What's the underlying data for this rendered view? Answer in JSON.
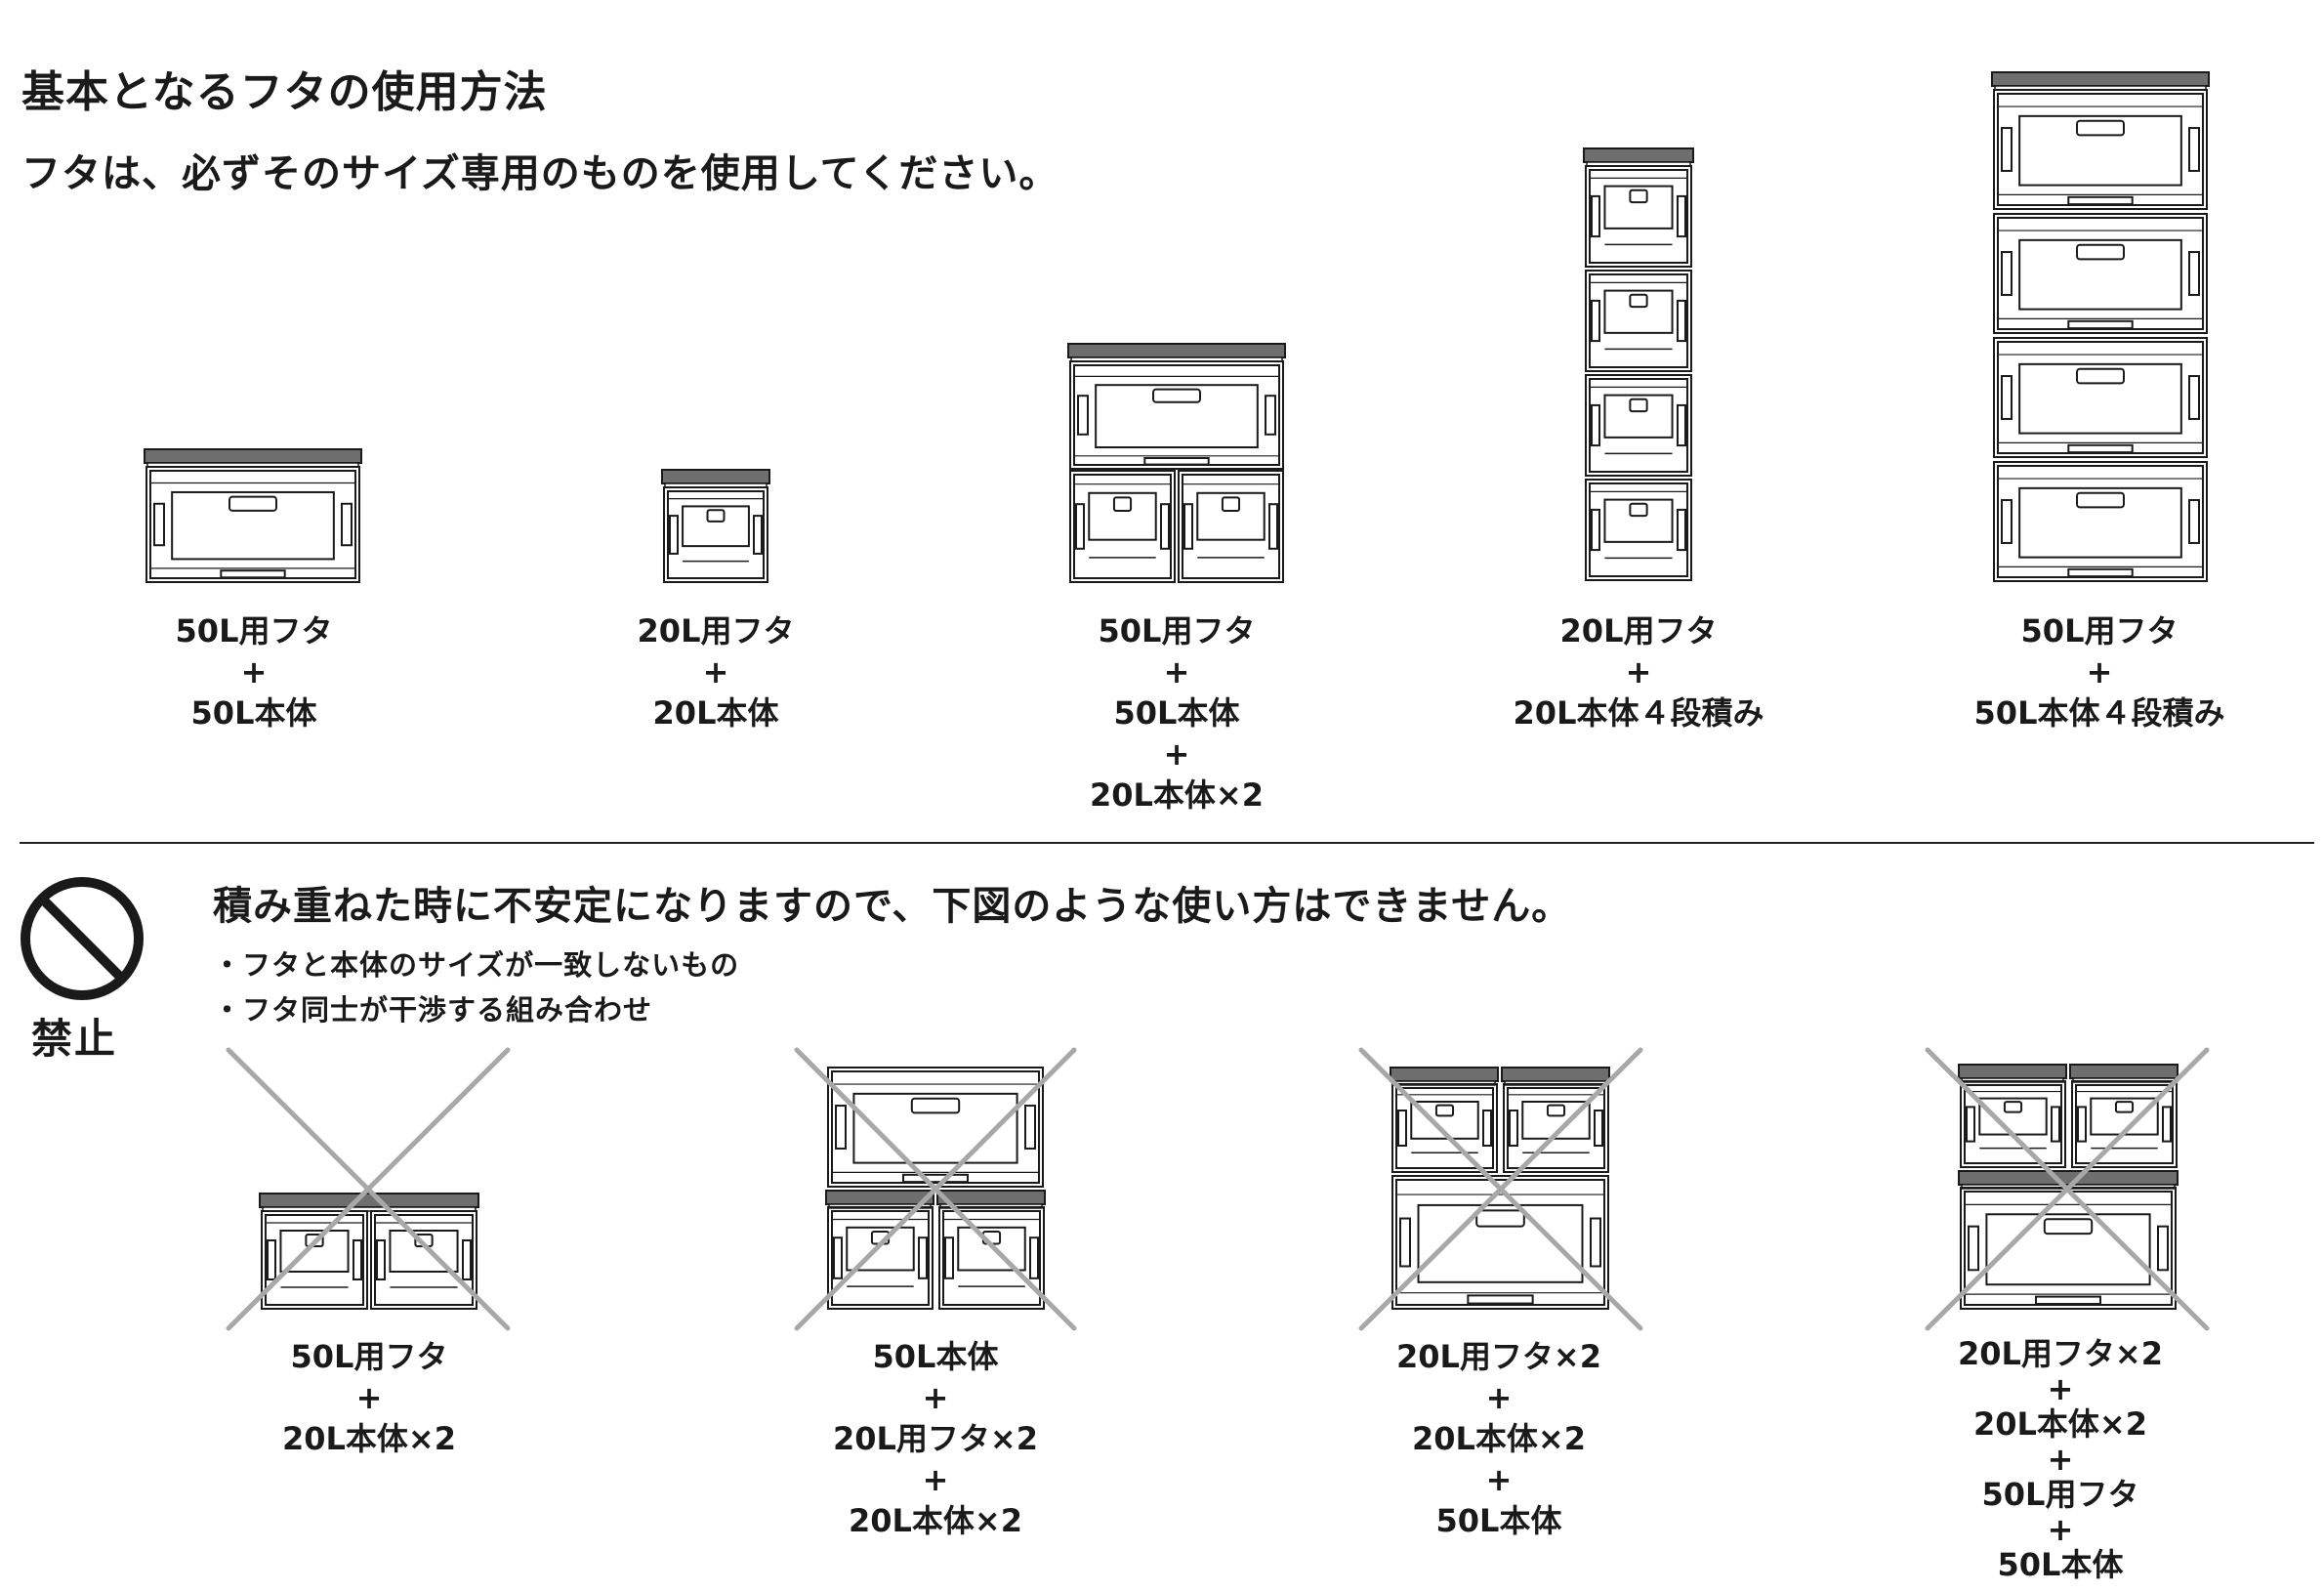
{
  "section1": {
    "title": "基本となるフタの使用方法",
    "subtitle": "フタは、必ずそのサイズ専用のものを使用してください。",
    "captions": [
      [
        "50L用フタ",
        "+",
        "50L本体"
      ],
      [
        "20L用フタ",
        "+",
        "20L本体"
      ],
      [
        "50L用フタ",
        "+",
        "50L本体",
        "+",
        "20L本体×2"
      ],
      [
        "20L用フタ",
        "+",
        "20L本体４段積み"
      ],
      [
        "50L用フタ",
        "+",
        "50L本体４段積み"
      ]
    ]
  },
  "section2": {
    "prohibited_label": "禁止",
    "heading": "積み重ねた時に不安定になりますので、下図のような使い方はできません。",
    "bullets": [
      "・フタと本体のサイズが一致しないもの",
      "・フタ同士が干渉する組み合わせ"
    ],
    "captions": [
      [
        "50L用フタ",
        "+",
        "20L本体×2"
      ],
      [
        "50L本体",
        "+",
        "20L用フタ×2",
        "+",
        "20L本体×2"
      ],
      [
        "20L用フタ×2",
        "+",
        "20L本体×2",
        "+",
        "50L本体"
      ],
      [
        "20L用フタ×2",
        "+",
        "20L本体×2",
        "+",
        "50L用フタ",
        "+",
        "50L本体"
      ]
    ]
  },
  "icons": [
    "prohibited-icon",
    "cross-mark-icon"
  ],
  "colors": {
    "ink": "#1a1a1a",
    "lid": "#6e6e6e",
    "cross": "#a8a8a8"
  }
}
